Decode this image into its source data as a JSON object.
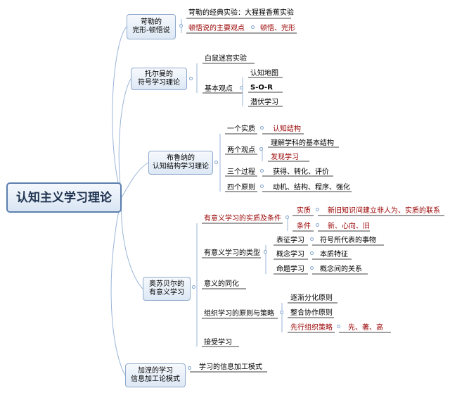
{
  "root": "认知主义学习理论",
  "colors": {
    "branch_line": "#9ab5d8",
    "leaf_line": "#000000",
    "highlight": "#990000",
    "root_border": "#5b7fae"
  },
  "branches": {
    "b1": {
      "label": "苛勒的\n完形-顿悟说",
      "exp": "苛勒的经典实验：大猩猩香蕉实验",
      "view": "顿悟说的主要观点",
      "view_value": "顿悟、完形"
    },
    "b2": {
      "label": "托尔曼的\n符号学习理论",
      "exp": "白鼠迷宫实验",
      "basic": "基本观点",
      "items": [
        "认知地图",
        "S-O-R",
        "潜伏学习"
      ]
    },
    "b3": {
      "label": "布鲁纳的\n认知结构学习理论",
      "essence": "一个实质",
      "essence_value": "认知结构",
      "two_views": "两个观点",
      "two_items": [
        "理解学科的基本结构",
        "发现学习"
      ],
      "three": "三个过程",
      "three_value": "获得、转化、评价",
      "four": "四个原则",
      "four_value": "动机、结构、程序、强化"
    },
    "b4": {
      "label": "奥苏贝尔的\n有意义学习",
      "cond": "有意义学习的实质及条件",
      "cond_essence": "实质",
      "cond_essence_value": "新旧知识间建立非人为、实质的联系",
      "cond_req": "条件",
      "cond_req_value": "新、心向、旧",
      "types": "有意义学习的类型",
      "t1": "表征学习",
      "t1_value": "符号所代表的事物",
      "t2": "概念学习",
      "t2_value": "本质特征",
      "t3": "命题学习",
      "t3_value": "概念间的关系",
      "assim": "意义的同化",
      "org": "组织学习的原则与策略",
      "o1": "逐渐分化原则",
      "o2": "整合协作原则",
      "o3": "先行组织策略",
      "o3_value": "先、著、高",
      "accept": "接受学习"
    },
    "b5": {
      "label": "加涅的学习\n信息加工论模式",
      "item": "学习的信息加工模式"
    }
  }
}
